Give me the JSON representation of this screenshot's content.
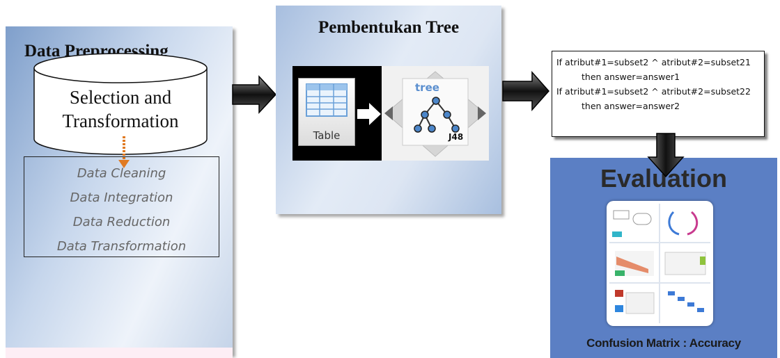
{
  "data_preprocessing": {
    "title": "Data Preprocessing",
    "cylinder_label_line1": "Selection and",
    "cylinder_label_line2": "Transformation",
    "steps": [
      "Data Cleaning",
      "Data Integration",
      "Data Reduction",
      "Data Transformation"
    ]
  },
  "tree_building": {
    "title": "Pembentukan Tree",
    "table_icon_label": "Table",
    "tree_badge": "tree",
    "j48_label": "J48"
  },
  "rules": [
    {
      "condition": "If atribut#1=subset2 ^ atribut#2=subset21",
      "result": "then answer=answer1"
    },
    {
      "condition": "If atribut#1=subset2 ^ atribut#2=subset22",
      "result": "then answer=answer2"
    }
  ],
  "evaluation": {
    "title": "Evaluation",
    "caption": "Confusion Matrix : Accuracy"
  },
  "colors": {
    "eval_bg": "#5b7fc4",
    "dashed_arrow": "#e07a22"
  }
}
